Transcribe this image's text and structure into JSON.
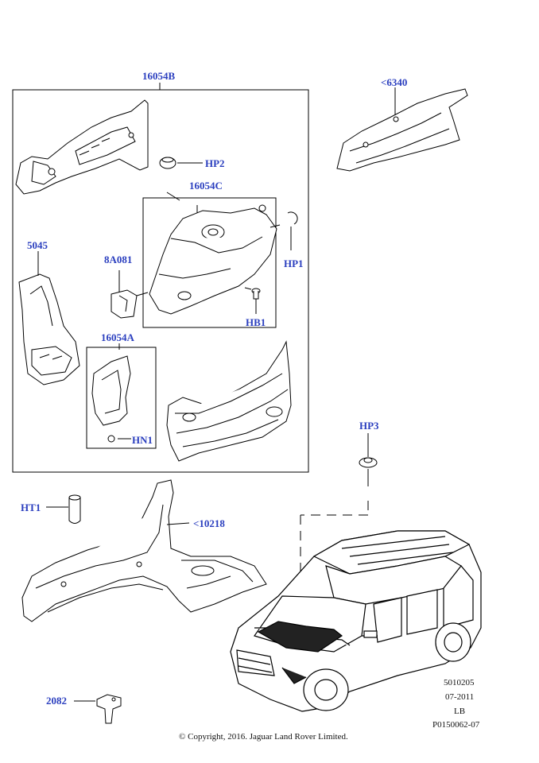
{
  "callouts": {
    "c16054B": "16054B",
    "c6340": "<6340",
    "cHP2": "HP2",
    "c16054C": "16054C",
    "c5045": "5045",
    "c8A081": "8A081",
    "cHP1": "HP1",
    "cHB1": "HB1",
    "c16054A": "16054A",
    "cHN1": "HN1",
    "cHP3": "HP3",
    "cHT1": "HT1",
    "c10218": "<10218",
    "c2082": "2082"
  },
  "meta": {
    "code1": "5010205",
    "date": "07-2011",
    "variant": "LB",
    "ref": "P0150062-07"
  },
  "copyright": "© Copyright, 2016. Jaguar Land Rover Limited.",
  "colors": {
    "callout": "#2b3fbf",
    "line": "#000000"
  }
}
